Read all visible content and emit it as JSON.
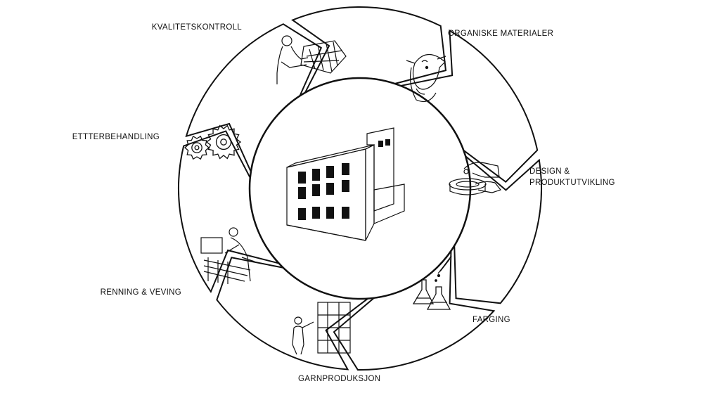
{
  "center": {
    "icon": "factory-building-icon"
  },
  "stages": [
    {
      "label": "ORGANISKE MATERIALER",
      "icon": "sheep-icon"
    },
    {
      "label": "DESIGN &\nPRODUKTUTVIKLING",
      "icon": "hands-crafting-icon"
    },
    {
      "label": "FARGING",
      "icon": "lab-flasks-icon"
    },
    {
      "label": "GARNPRODUKSJON",
      "icon": "yarn-machine-worker-icon"
    },
    {
      "label": "RENNING & VEVING",
      "icon": "weaving-loom-worker-icon"
    },
    {
      "label": "ETTTERBEHANDLING",
      "icon": "gears-icon"
    },
    {
      "label": "KVALITETSKONTROLL",
      "icon": "inspector-fabric-icon"
    }
  ],
  "colors": {
    "line": "#111111",
    "fill": "#ffffff"
  }
}
